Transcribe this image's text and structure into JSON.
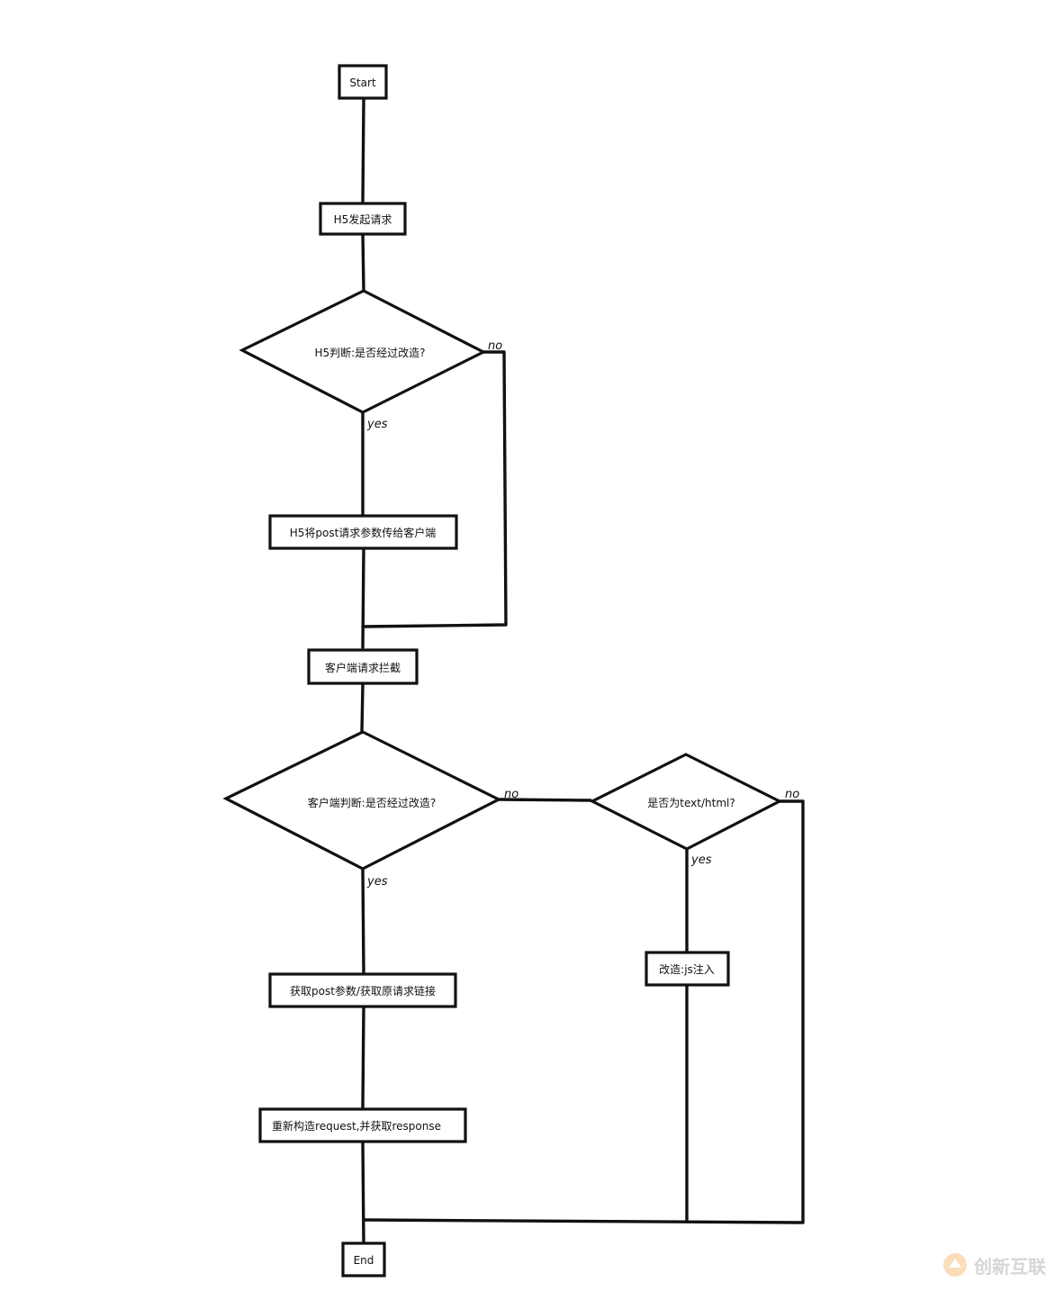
{
  "nodes": {
    "start": "Start",
    "h5_request": "H5发起请求",
    "h5_check": "H5判断:是否经过改造?",
    "h5_pass_params": "H5将post请求参数传给客户端",
    "client_intercept": "客户端请求拦截",
    "client_check": "客户端判断:是否经过改造?",
    "is_text_html": "是否为text/html?",
    "get_params": "获取post参数/获取原请求链接",
    "inject_js": "改造:js注入",
    "rebuild_request": "重新构造request,并获取response",
    "end": "End"
  },
  "edge_labels": {
    "h5_check_no": "no",
    "h5_check_yes": "yes",
    "client_check_no": "no",
    "client_check_yes": "yes",
    "text_html_no": "no",
    "text_html_yes": "yes"
  },
  "watermark": "创新互联"
}
